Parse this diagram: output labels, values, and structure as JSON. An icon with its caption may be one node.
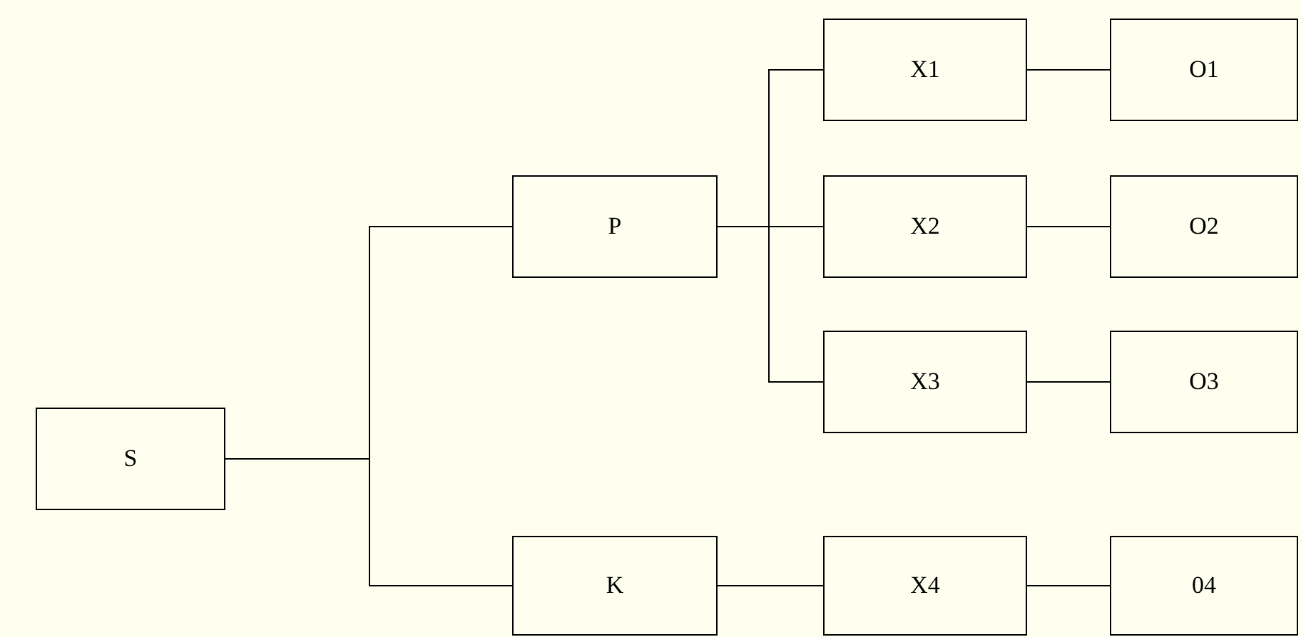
{
  "diagram": {
    "nodes": [
      {
        "text": [
          "S"
        ]
      },
      {
        "text": [
          "P"
        ]
      },
      {
        "text": [
          "K"
        ]
      },
      {
        "text": [
          "X1"
        ]
      },
      {
        "text": [
          "X2"
        ]
      },
      {
        "text": [
          "X3"
        ]
      },
      {
        "text": [
          "X4"
        ]
      },
      {
        "text": [
          "O1"
        ]
      },
      {
        "text": [
          "O2"
        ]
      },
      {
        "text": [
          "O3"
        ]
      },
      {
        "text": [
          "04"
        ]
      }
    ],
    "edges": [
      {
        "from": 0,
        "to": 1,
        "arrow": "none"
      },
      {
        "from": 0,
        "to": 2,
        "arrow": "none"
      },
      {
        "from": 1,
        "to": 3,
        "arrow": "none"
      },
      {
        "from": 1,
        "to": 4,
        "arrow": "none"
      },
      {
        "from": 1,
        "to": 5,
        "arrow": "none"
      },
      {
        "from": 2,
        "to": 6,
        "arrow": "none"
      },
      {
        "from": 3,
        "to": 7,
        "arrow": "none"
      },
      {
        "from": 4,
        "to": 8,
        "arrow": "none"
      },
      {
        "from": 5,
        "to": 9,
        "arrow": "none"
      },
      {
        "from": 6,
        "to": 10,
        "arrow": "none"
      }
    ]
  }
}
